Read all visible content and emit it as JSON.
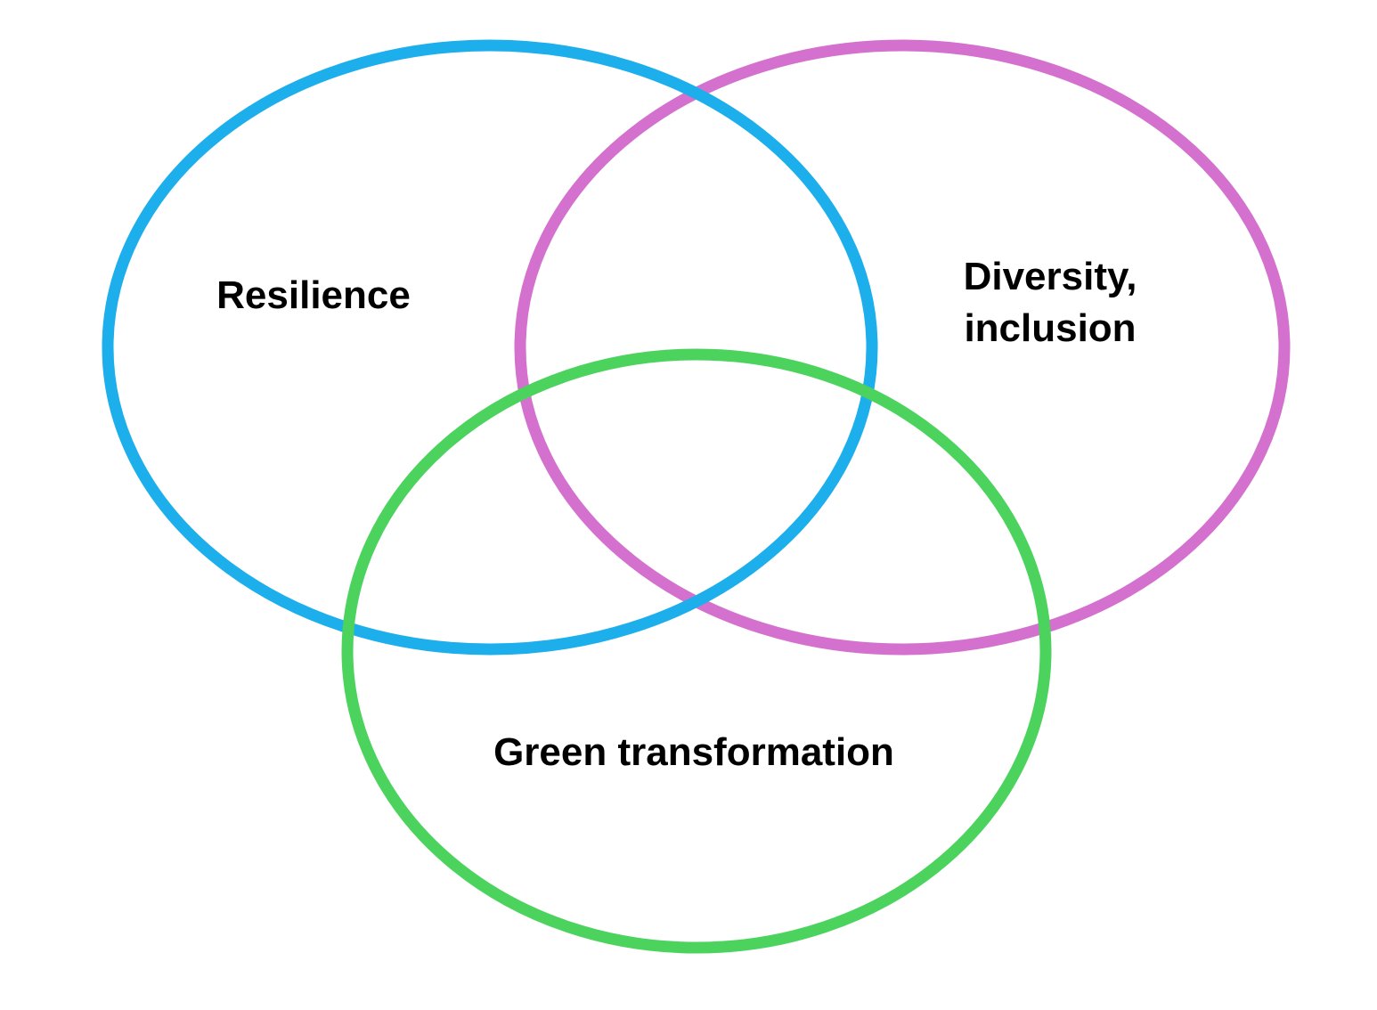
{
  "diagram": {
    "sets": [
      {
        "id": "resilience",
        "label_lines": [
          "Resilience"
        ],
        "color": "#1DAEEC"
      },
      {
        "id": "diversity",
        "label_lines": [
          "Diversity,",
          "inclusion"
        ],
        "color": "#D471CE"
      },
      {
        "id": "green",
        "label_lines": [
          "Green transformation"
        ],
        "color": "#4BD35E"
      }
    ]
  }
}
